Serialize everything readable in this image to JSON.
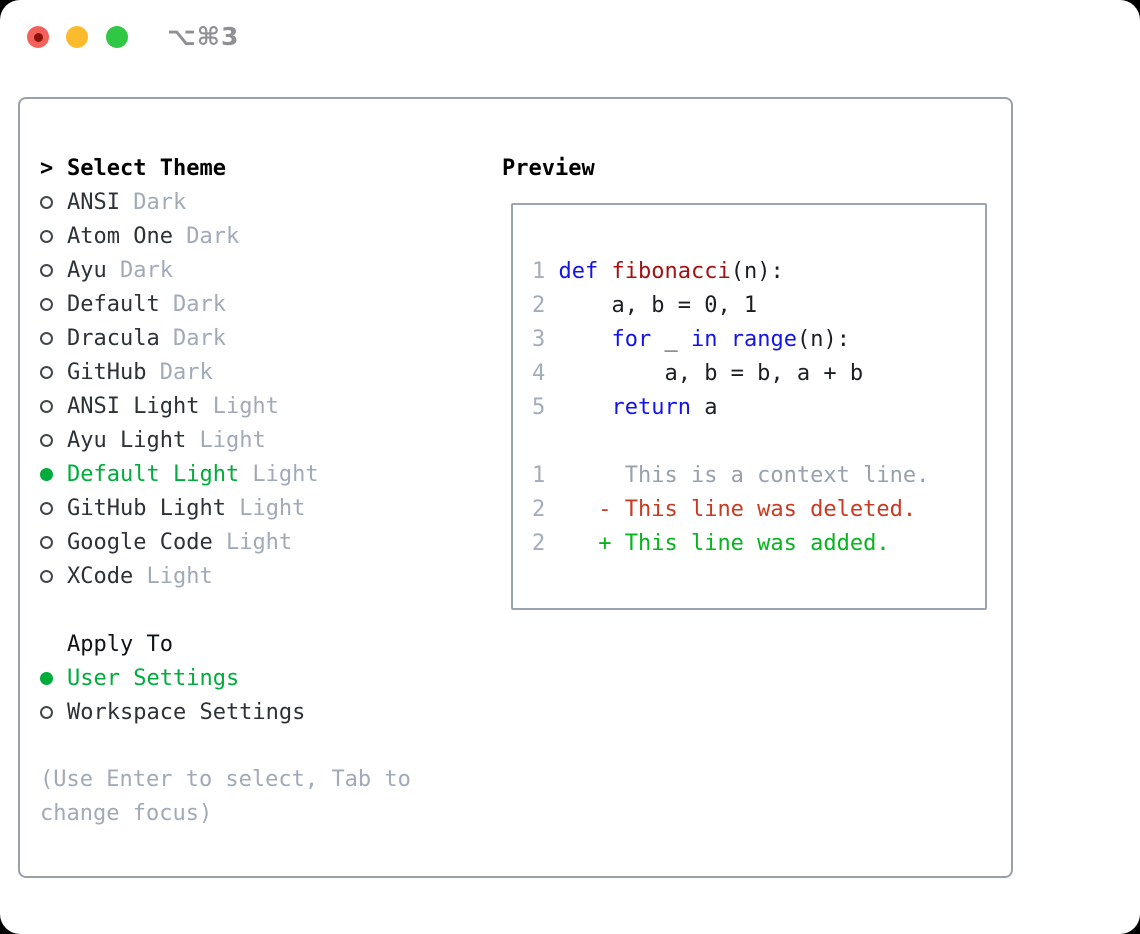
{
  "window": {
    "shortcut_label": "⌥⌘3",
    "traffic_lights": [
      "close",
      "minimize",
      "zoom"
    ]
  },
  "panel": {
    "prompt": ">",
    "select_theme_title": "Select Theme",
    "themes": [
      {
        "name": "ANSI",
        "variant": "Dark",
        "selected": false
      },
      {
        "name": "Atom One",
        "variant": "Dark",
        "selected": false
      },
      {
        "name": "Ayu",
        "variant": "Dark",
        "selected": false
      },
      {
        "name": "Default",
        "variant": "Dark",
        "selected": false
      },
      {
        "name": "Dracula",
        "variant": "Dark",
        "selected": false
      },
      {
        "name": "GitHub",
        "variant": "Dark",
        "selected": false
      },
      {
        "name": "ANSI Light",
        "variant": "Light",
        "selected": false
      },
      {
        "name": "Ayu Light",
        "variant": "Light",
        "selected": false
      },
      {
        "name": "Default Light",
        "variant": "Light",
        "selected": true
      },
      {
        "name": "GitHub Light",
        "variant": "Light",
        "selected": false
      },
      {
        "name": "Google Code",
        "variant": "Light",
        "selected": false
      },
      {
        "name": "XCode",
        "variant": "Light",
        "selected": false
      }
    ],
    "apply_to_title": "Apply To",
    "apply_options": [
      {
        "label": "User Settings",
        "selected": true
      },
      {
        "label": "Workspace Settings",
        "selected": false
      }
    ],
    "hint": "(Use Enter to select, Tab to change focus)"
  },
  "preview": {
    "title": "Preview",
    "lines": [
      {
        "num": "1",
        "tokens": [
          {
            "c": "kw",
            "t": "def"
          },
          {
            "c": "plain",
            "t": " "
          },
          {
            "c": "fn",
            "t": "fibonacci"
          },
          {
            "c": "plain",
            "t": "(n):"
          }
        ]
      },
      {
        "num": "2",
        "tokens": [
          {
            "c": "plain",
            "t": "    a, b = 0, 1"
          }
        ]
      },
      {
        "num": "3",
        "tokens": [
          {
            "c": "plain",
            "t": "    "
          },
          {
            "c": "kw",
            "t": "for"
          },
          {
            "c": "plain",
            "t": " _ "
          },
          {
            "c": "kw",
            "t": "in"
          },
          {
            "c": "plain",
            "t": " "
          },
          {
            "c": "kw",
            "t": "range"
          },
          {
            "c": "plain",
            "t": "(n):"
          }
        ]
      },
      {
        "num": "4",
        "tokens": [
          {
            "c": "plain",
            "t": "        a, b = b, a + b"
          }
        ]
      },
      {
        "num": "5",
        "tokens": [
          {
            "c": "plain",
            "t": "    "
          },
          {
            "c": "kw",
            "t": "return"
          },
          {
            "c": "plain",
            "t": " a"
          }
        ]
      },
      {
        "num": "",
        "tokens": []
      },
      {
        "num": "1",
        "tokens": [
          {
            "c": "ctx",
            "t": "     This is a context line."
          }
        ]
      },
      {
        "num": "2",
        "tokens": [
          {
            "c": "del",
            "t": "   - This line was deleted."
          }
        ]
      },
      {
        "num": "2",
        "tokens": [
          {
            "c": "add",
            "t": "   + This line was added."
          }
        ]
      }
    ]
  },
  "colors": {
    "keyword_blue": "#1414e6",
    "function_red": "#a31212",
    "context_gray": "#98a1ad",
    "deleted_red": "#c93a22",
    "added_green": "#06b41e",
    "selected_green": "#00ad3c",
    "muted_gray": "#a0aab8",
    "line_number_gray": "#a2acbb",
    "panel_border": "#98a1ab",
    "traffic_red": "#f4615b",
    "traffic_yellow": "#fcbb2d",
    "traffic_green": "#2fc743"
  }
}
